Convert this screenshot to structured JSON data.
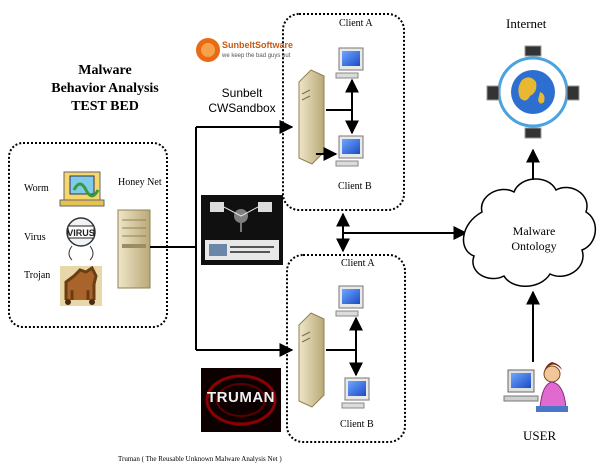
{
  "title": {
    "line1": "Malware",
    "line2": "Behavior Analysis",
    "line3": "TEST BED"
  },
  "honeynet": {
    "label": "Honey Net",
    "items": [
      {
        "label": "Worm",
        "icon": "worm-icon"
      },
      {
        "label": "Virus",
        "icon": "virus-icon"
      },
      {
        "label": "Trojan",
        "icon": "trojan-horse-icon"
      }
    ]
  },
  "sunbelt": {
    "label_line1": "Sunbelt",
    "label_line2": "CWSandbox",
    "logo_text": "SunbeltSoftware",
    "logo_tagline": "we keep the bad guys out"
  },
  "sandbox_top": {
    "client_a": "Client A",
    "client_b": "Client B"
  },
  "sandbox_bottom": {
    "client_a": "Client A",
    "client_b": "Client B"
  },
  "truman": {
    "logo_text": "TRUMAN",
    "caption": "Truman ( The Reusable Unknown  Malware Analysis Net )"
  },
  "internet": {
    "label": "Internet"
  },
  "ontology": {
    "line1": "Malware",
    "line2": "Ontology"
  },
  "user": {
    "label": "USER"
  },
  "colors": {
    "line": "#000000",
    "server": "#d8cba6",
    "monitor_screen": "#2a63d6",
    "cloud": "#ffffff",
    "globe_ring": "#4aa3e0"
  }
}
